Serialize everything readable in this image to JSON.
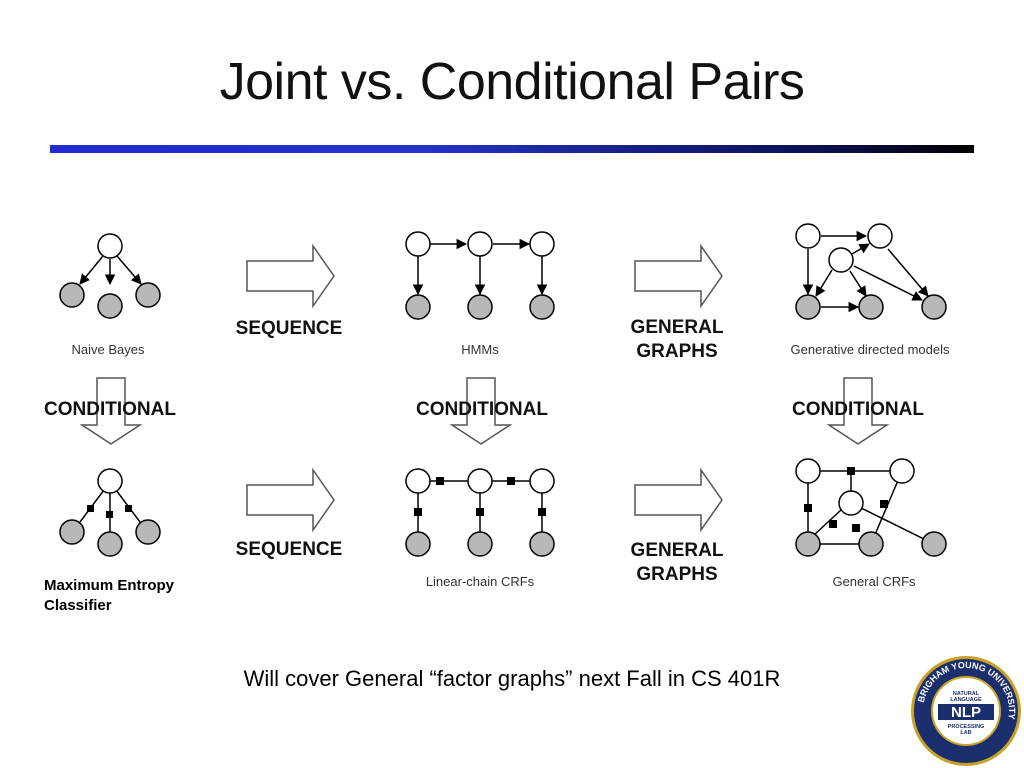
{
  "slide": {
    "title": "Joint vs. Conditional Pairs",
    "footer_note": "Will cover General “factor graphs” next Fall in CS 401R"
  },
  "diagram": {
    "models": {
      "naive_bayes": "Naive Bayes",
      "hmms": "HMMs",
      "generative_directed": "Generative directed models",
      "maxent": "Maximum Entropy Classifier",
      "linear_chain_crfs": "Linear-chain CRFs",
      "general_crfs": "General CRFs"
    },
    "arrows": {
      "sequence": "SEQUENCE",
      "general_line1": "GENERAL",
      "general_line2": "GRAPHS",
      "conditional": "CONDITIONAL"
    },
    "colors": {
      "observed_node": "#b8b8b8",
      "hidden_node": "#ffffff",
      "edge": "#000000",
      "factor": "#000000"
    }
  },
  "logo": {
    "university": "BRIGHAM YOUNG UNIVERSITY",
    "top_text_1": "NATURAL",
    "top_text_2": "LANGUAGE",
    "acronym": "NLP",
    "bottom_text_1": "PROCESSING",
    "bottom_text_2": "LAB",
    "colors": {
      "navy": "#1b2f6e",
      "gold": "#c9a227"
    }
  }
}
